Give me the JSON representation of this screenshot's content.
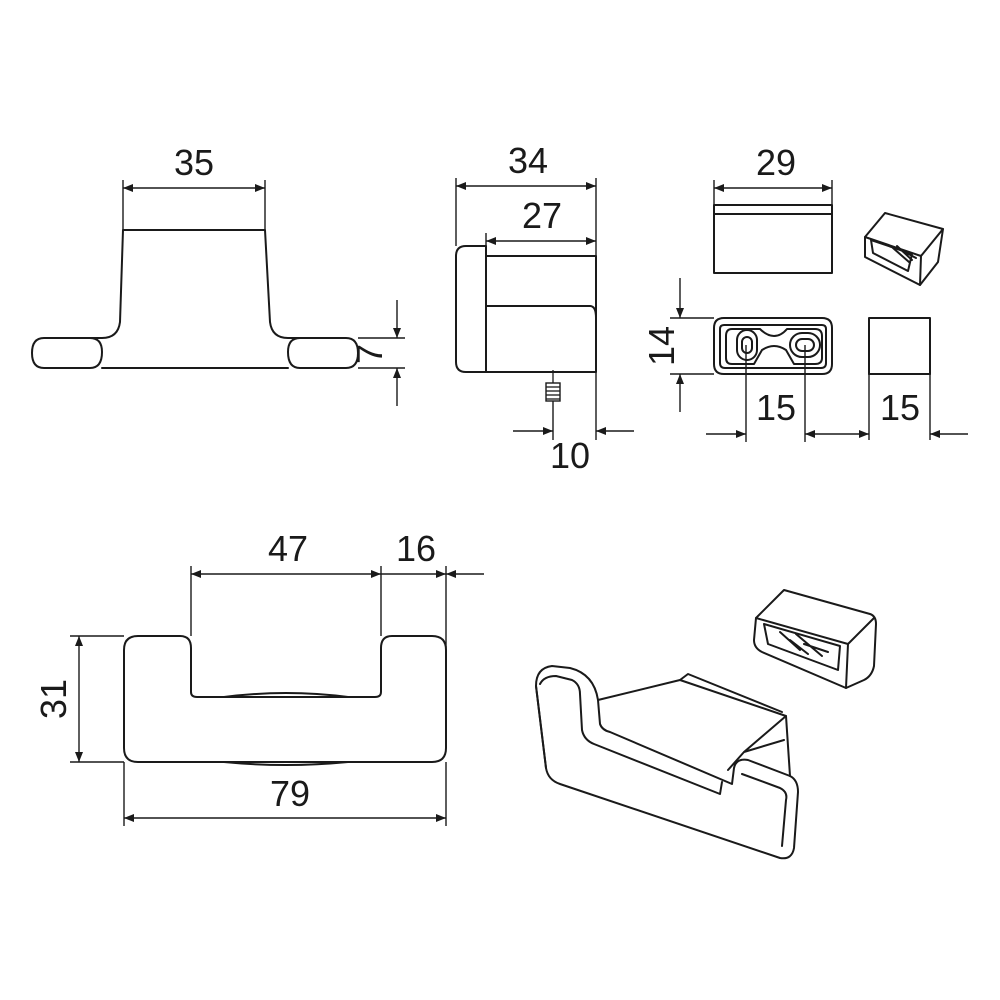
{
  "colors": {
    "line": "#1a1a1a",
    "background": "#ffffff"
  },
  "dimensions": {
    "front_width": "35",
    "front_foot_height": "7",
    "side_total_width": "34",
    "side_arm_width": "27",
    "side_screw_offset": "10",
    "cap_width": "29",
    "base_height": "14",
    "base_hole_spacing": "15",
    "cap_depth": "15",
    "top_inner_width": "47",
    "top_arm_width": "16",
    "top_height": "31",
    "top_total_width": "79"
  }
}
